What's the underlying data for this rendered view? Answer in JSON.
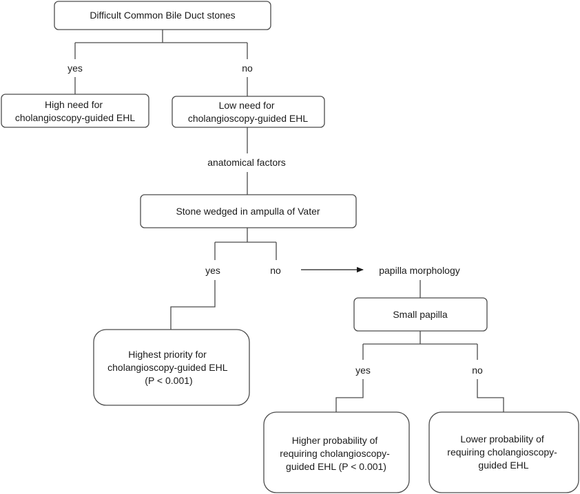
{
  "nodes": {
    "root": {
      "lines": [
        "Difficult Common Bile Duct stones"
      ]
    },
    "high_need": {
      "lines": [
        "High need for",
        "cholangioscopy-guided EHL"
      ]
    },
    "low_need": {
      "lines": [
        "Low need for",
        "cholangioscopy-guided EHL"
      ]
    },
    "stone_wedged": {
      "lines": [
        "Stone wedged in ampulla of Vater"
      ]
    },
    "highest_priority": {
      "lines": [
        "Highest priority for",
        "cholangioscopy-guided EHL",
        "(P < 0.001)"
      ]
    },
    "small_papilla": {
      "lines": [
        "Small papilla"
      ]
    },
    "higher_probability": {
      "lines": [
        "Higher probability of",
        "requiring cholangioscopy-",
        "guided EHL (P < 0.001)"
      ]
    },
    "lower_probability": {
      "lines": [
        "Lower probability of",
        "requiring cholangioscopy-",
        "guided EHL"
      ]
    }
  },
  "labels": {
    "root_yes": "yes",
    "root_no": "no",
    "anatomical_factors": "anatomical factors",
    "stone_yes": "yes",
    "stone_no": "no",
    "papilla_morphology": "papilla morphology",
    "papilla_yes": "yes",
    "papilla_no": "no"
  }
}
